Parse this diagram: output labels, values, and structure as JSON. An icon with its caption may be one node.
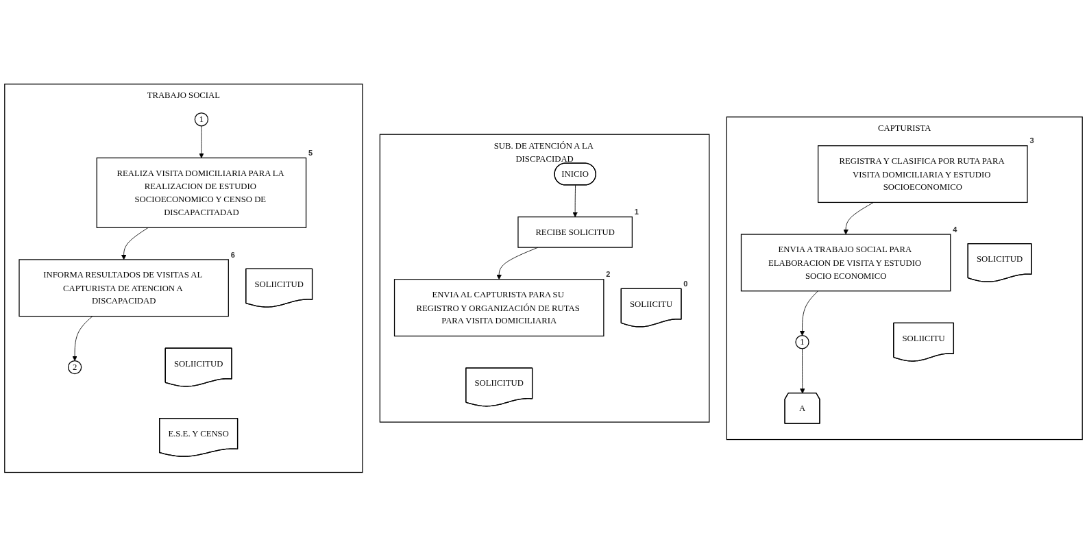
{
  "diagram": {
    "nodes": [
      {
        "text": [
          "CAPTURISTA"
        ]
      },
      {
        "text": [
          "SUB. DE ATENCIÓN A LA DISCPACIDAD"
        ]
      },
      {
        "text": [
          "TRABAJO SOCIAL"
        ]
      },
      {
        "text": [
          "INICIO"
        ],
        "in": 1
      },
      {
        "text": [
          "RECIBE SOLICITUD"
        ],
        "beside": [
          "1"
        ],
        "in": 1
      },
      {
        "text": [
          "SOLIICITU"
        ],
        "beside": [
          "0"
        ],
        "in": 1
      },
      {
        "text": [
          "ENVIA AL CAPTURISTA PARA SU REGISTRO Y ORGANIZACIÓN DE RUTAS PARA VISITA DOMICILIARIA"
        ],
        "beside": [
          "2"
        ],
        "in": 1
      },
      {
        "text": [
          "SOLIICITUD"
        ],
        "in": 1
      },
      {
        "text": [
          "REGISTRA Y CLASIFICA POR RUTA PARA VISITA DOMICILIARIA Y ESTUDIO SOCIOECONOMICO"
        ],
        "beside": [
          "3"
        ],
        "in": 0
      },
      {
        "text": [
          "SOLICITUD"
        ],
        "in": 0
      },
      {
        "text": [
          "ENVIA A TRABAJO SOCIAL PARA ELABORACION DE VISITA Y ESTUDIO SOCIO ECONOMICO"
        ],
        "beside": [
          "4"
        ],
        "in": 0
      },
      {
        "text": [
          "SOLIICITU"
        ],
        "in": 0
      },
      {
        "text": [
          "1"
        ],
        "in": 0
      },
      {
        "text": [
          "A"
        ],
        "in": 0
      },
      {
        "text": [
          "1"
        ],
        "in": 2
      },
      {
        "text": [
          "REALIZA VISITA DOMICILIARIA PARA LA REALIZACION DE ESTUDIO SOCIOECONOMICO Y CENSO DE DISCAPACITADAD"
        ],
        "beside": [
          "5"
        ],
        "in": 2
      },
      {
        "text": [
          "SOLIICITUD"
        ],
        "in": 2
      },
      {
        "text": [
          "INFORMA RESULTADOS DE VISITAS AL CAPTURISTA DE ATENCION A DISCAPACIDAD"
        ],
        "beside": [
          "6"
        ],
        "in": 2
      },
      {
        "text": [
          "SOLIICITUD"
        ],
        "in": 2
      },
      {
        "text": [
          "E.S.E. Y CENSO"
        ],
        "in": 2
      },
      {
        "text": [
          "2"
        ],
        "in": 2
      }
    ],
    "edges": [
      {
        "from": 3,
        "to": 4,
        "arrow": "to"
      },
      {
        "from": 4,
        "to": 6,
        "arrow": "to"
      },
      {
        "from": 8,
        "to": 10,
        "arrow": "to"
      },
      {
        "from": 10,
        "to": 12,
        "arrow": "to"
      },
      {
        "from": 12,
        "to": 13,
        "arrow": "to"
      },
      {
        "from": 14,
        "to": 15,
        "arrow": "to"
      },
      {
        "from": 15,
        "to": 17,
        "arrow": "to"
      },
      {
        "from": 17,
        "to": 20,
        "arrow": "to"
      }
    ]
  }
}
